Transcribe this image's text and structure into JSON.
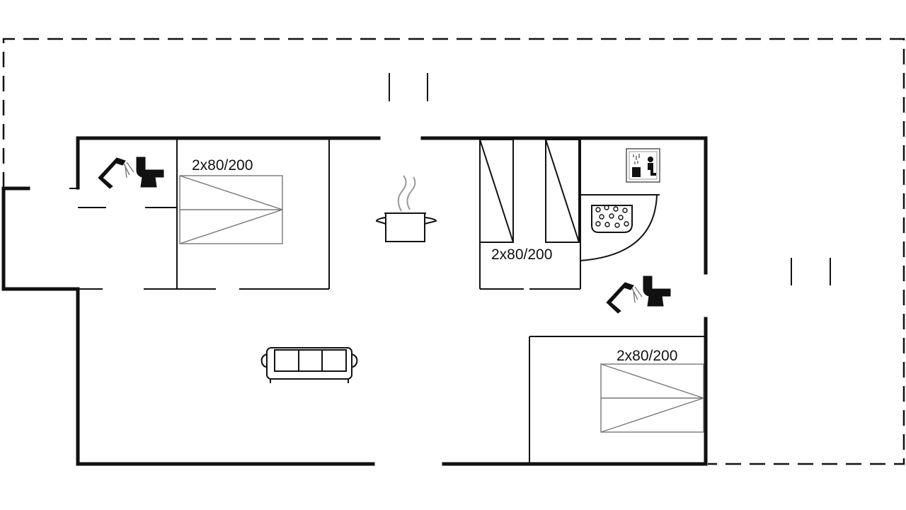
{
  "bed_labels": {
    "bed1": "2x80/200",
    "bed2": "2x80/200",
    "bed3": "2x80/200"
  },
  "icons": [
    "shower-icon",
    "toilet-icon",
    "cooking-pot-icon",
    "sofa-icon",
    "sauna-icon",
    "whirlpool-icon"
  ],
  "colors": {
    "wall": "#111111",
    "furniture": "#777777",
    "background": "#ffffff"
  }
}
